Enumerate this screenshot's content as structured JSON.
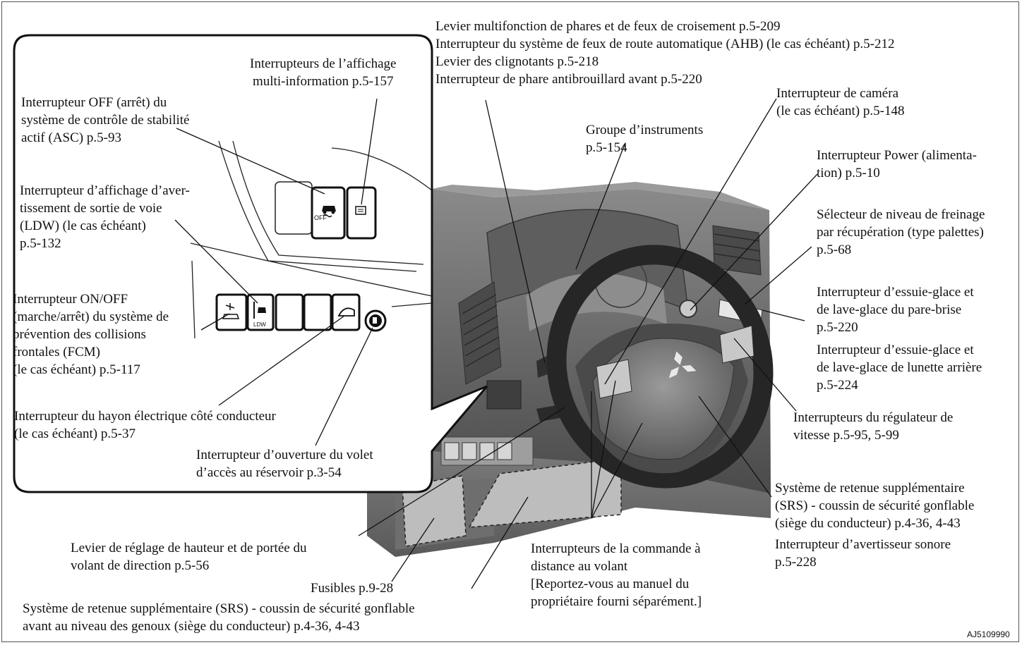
{
  "figure_code": "AJ5109990",
  "labels": {
    "headlamp_lever": "Levier multifonction de phares et de feux de croisement p.5-209",
    "ahb_switch": "Interrupteur du système de feux de route automatique (AHB) (le cas échéant) p.5-212",
    "turn_lever": "Levier des clignotants p.5-218",
    "fog_switch": "Interrupteur de phare antibrouillard avant p.5-220",
    "camera_switch": "Interrupteur de caméra\n(le cas échéant) p.5-148",
    "instrument_cluster": "Groupe d’instruments\np.5-154",
    "power_switch": "Interrupteur Power (alimenta-\ntion) p.5-10",
    "regen_selector": "Sélecteur de niveau de freinage\npar récupération (type palettes)\np.5-68",
    "front_wiper": "Interrupteur d’essuie-glace et\nde lave-glace du pare-brise\np.5-220",
    "rear_wiper": "Interrupteur d’essuie-glace et\nde lave-glace de lunette arrière\np.5-224",
    "cruise_switches": "Interrupteurs du régulateur de\nvitesse p.5-95, 5-99",
    "srs_driver": "Système de retenue supplémentaire\n(SRS) - coussin de sécurité gonflable\n(siège du conducteur) p.4-36, 4-43",
    "horn": "Interrupteur d’avertisseur sonore\np.5-228",
    "remote_switches": "Interrupteurs de la commande à\ndistance au volant\n[Reportez-vous au manuel du\npropriétaire fourni séparément.]",
    "tilt_lever": "Levier de réglage de hauteur et de portée du\nvolant de direction p.5-56",
    "fuses": "Fusibles p.9-28",
    "srs_knee": "Système de retenue supplémentaire (SRS) - coussin de sécurité gonflable\navant au niveau des genoux (siège du conducteur) p.4-36, 4-43",
    "multi_info": "Interrupteurs de l’affichage\nmulti-information p.5-157",
    "asc_off": "Interrupteur OFF (arrêt) du\nsystème de contrôle de stabilité\nactif (ASC) p.5-93",
    "ldw": "Interrupteur d’affichage d’aver-\ntissement de sortie de voie\n(LDW) (le cas échéant)\np.5-132",
    "fcm": "Interrupteur ON/OFF\n(marche/arrêt) du système de\nprévention des collisions\nfrontales (FCM)\n(le cas échéant) p.5-117",
    "tailgate": "Interrupteur du hayon électrique côté conducteur\n(le cas échéant) p.5-37",
    "fuel_door": "Interrupteur d’ouverture du volet\nd’accès au réservoir p.3-54"
  },
  "icons": {
    "asc_off_text": "OFF",
    "ldw_text": "LDW"
  }
}
